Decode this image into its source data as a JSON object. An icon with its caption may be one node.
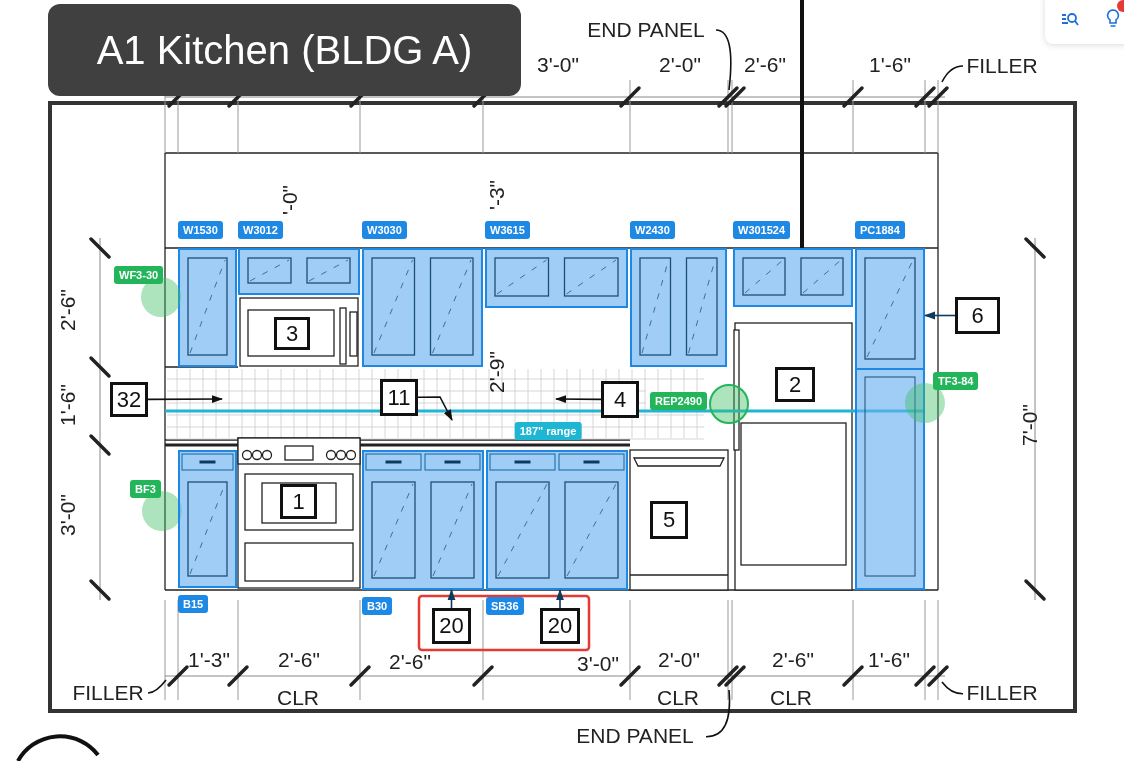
{
  "diagram": {
    "title": "A1 Kitchen (BLDG A)",
    "nodes": [
      {
        "text": [
          "END PANEL"
        ]
      },
      {
        "text": [
          "FILLER"
        ]
      },
      {
        "text": [],
        "shape": "box",
        "beside": [
          "W1530"
        ]
      },
      {
        "text": [],
        "shape": "box",
        "beside": [
          "W3012"
        ]
      },
      {
        "text": [],
        "shape": "box",
        "beside": [
          "W3030"
        ]
      },
      {
        "text": [],
        "shape": "box",
        "beside": [
          "W3615"
        ]
      },
      {
        "text": [],
        "shape": "box",
        "beside": [
          "W2430"
        ]
      },
      {
        "text": [],
        "shape": "box",
        "beside": [
          "W301524"
        ]
      },
      {
        "text": [],
        "shape": "box",
        "beside": [
          "PC1884"
        ]
      },
      {
        "text": [],
        "shape": "circle",
        "beside": [
          "WF3-30"
        ]
      },
      {
        "text": [
          "3"
        ]
      },
      {
        "text": [
          "6"
        ]
      },
      {
        "text": [
          "32"
        ]
      },
      {
        "text": [
          "11"
        ]
      },
      {
        "text": [
          "4"
        ]
      },
      {
        "text": [],
        "shape": "circle",
        "beside": [
          "REP2490"
        ]
      },
      {
        "text": [
          "2"
        ]
      },
      {
        "text": [],
        "shape": "circle",
        "beside": [
          "TF3-84"
        ]
      },
      {
        "text": [],
        "shape": "circle",
        "beside": [
          "BF3"
        ]
      },
      {
        "text": [],
        "shape": "box",
        "beside": [
          "B15"
        ]
      },
      {
        "text": [
          "1"
        ]
      },
      {
        "text": [],
        "shape": "box",
        "beside": [
          "B30"
        ]
      },
      {
        "text": [],
        "shape": "box",
        "beside": [
          "SB36"
        ]
      },
      {
        "text": [
          "5"
        ]
      },
      {
        "text": [
          "20"
        ]
      },
      {
        "text": [
          "20"
        ]
      },
      {
        "text": [
          "FILLER"
        ]
      },
      {
        "text": [
          "END PANEL"
        ]
      },
      {
        "text": [
          "FILLER"
        ]
      }
    ],
    "edges": [
      {
        "from": 12,
        "to": null,
        "arrow": "to"
      },
      {
        "from": 13,
        "to": null,
        "arrow": "to"
      },
      {
        "from": 14,
        "to": null,
        "arrow": "to"
      },
      {
        "from": 11,
        "to": 8,
        "arrow": "to",
        "color": "#0d3b5e"
      },
      {
        "from": 24,
        "to": 21,
        "arrow": "to",
        "color": "#0d3b5e"
      },
      {
        "from": 25,
        "to": 22,
        "arrow": "to",
        "color": "#0d3b5e"
      },
      {
        "from": null,
        "to": 7,
        "arrow": "none",
        "style": "thick"
      },
      {
        "from": 0,
        "to": null,
        "arrow": "none"
      },
      {
        "from": 1,
        "to": null,
        "arrow": "none"
      },
      {
        "from": 26,
        "to": null,
        "arrow": "none"
      },
      {
        "from": 27,
        "to": null,
        "arrow": "none"
      },
      {
        "from": 28,
        "to": null,
        "arrow": "none"
      }
    ],
    "labels": [
      "3'-0\"",
      "2'-0\"",
      "2'-6\"",
      "1'-6\"",
      "'-0\"",
      "'-3\"",
      "2'-6\"",
      "1'-6\"",
      "3'-0\"",
      "2'-9\"",
      "187\" range",
      "7'-0\"",
      "1'-3\"",
      "2'-6\"",
      "2'-6\"",
      "3'-0\"",
      "2'-0\"",
      "2'-6\"",
      "1'-6\"",
      "CLR",
      "CLR",
      "CLR"
    ]
  }
}
